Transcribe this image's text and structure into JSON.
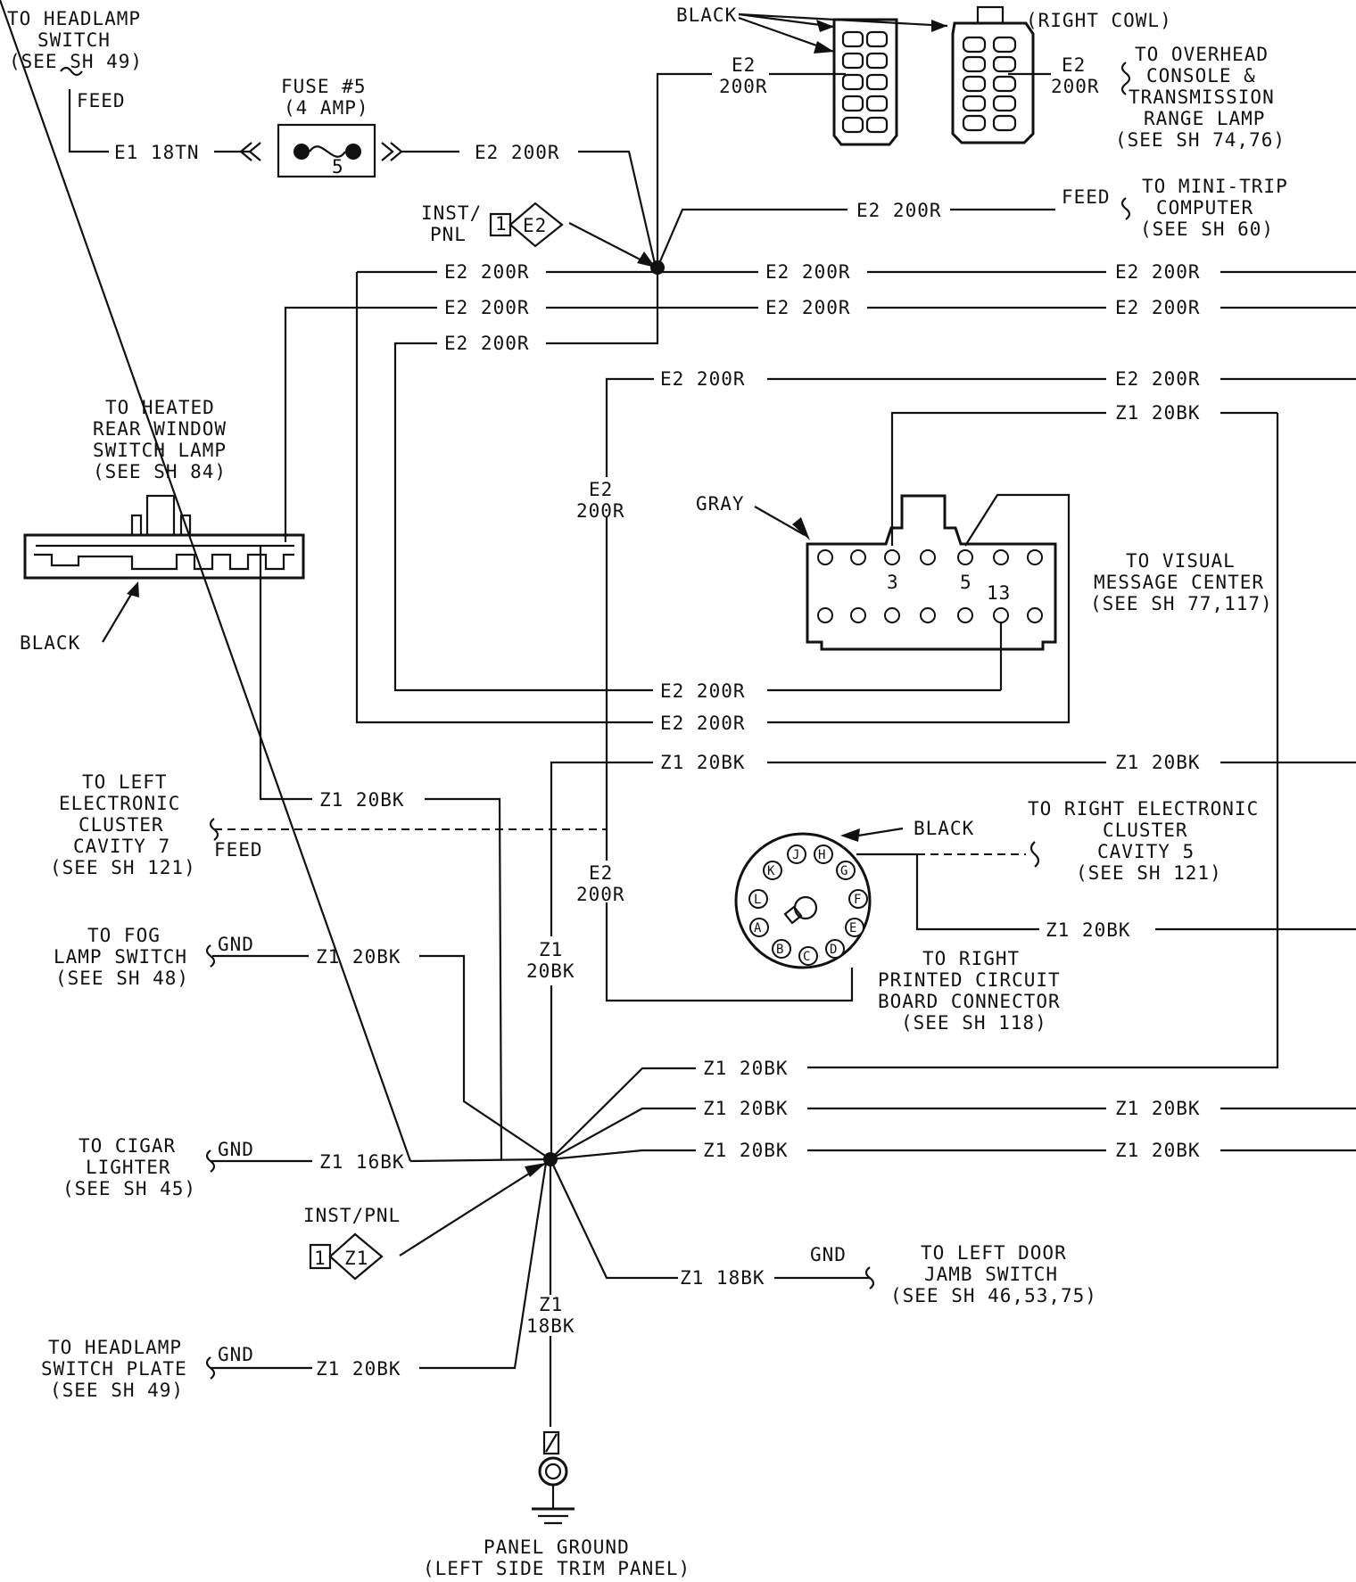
{
  "labels": {
    "headlamp_switch": [
      "TO HEADLAMP",
      "SWITCH",
      "(SEE SH 49)"
    ],
    "feed1": "FEED",
    "fuse_title": [
      "FUSE #5",
      "(4 AMP)"
    ],
    "fuse_num": "5",
    "e1_18tn": "E1 18TN",
    "black_top": "BLACK",
    "right_cowl": "(RIGHT COWL)",
    "overhead": [
      "TO OVERHEAD",
      "CONSOLE &",
      "TRANSMISSION",
      "RANGE LAMP",
      "(SEE SH 74,76)"
    ],
    "minitrip": [
      "TO MINI-TRIP",
      "COMPUTER",
      "(SEE SH 60)"
    ],
    "feed2": "FEED",
    "inst_pnl_top": [
      "INST/",
      "PNL"
    ],
    "splice_e2_num": "1",
    "splice_e2": "E2",
    "heated": [
      "TO HEATED",
      "REAR WINDOW",
      "SWITCH LAMP",
      "(SEE SH 84)"
    ],
    "black_left": "BLACK",
    "gray": "GRAY",
    "vmc": [
      "TO VISUAL",
      "MESSAGE CENTER",
      "(SEE SH 77,117)"
    ],
    "pin3": "3",
    "pin5": "5",
    "pin13": "13",
    "left_cluster": [
      "TO LEFT",
      "ELECTRONIC",
      "CLUSTER",
      "CAVITY 7",
      "(SEE SH 121)"
    ],
    "feed3": "FEED",
    "black_round": "BLACK",
    "right_cluster": [
      "TO RIGHT ELECTRONIC",
      "CLUSTER",
      "CAVITY 5",
      "(SEE SH 121)"
    ],
    "pcb": [
      "TO RIGHT",
      "PRINTED CIRCUIT",
      "BOARD CONNECTOR",
      "(SEE SH 118)"
    ],
    "round_pins": [
      "A",
      "B",
      "C",
      "D",
      "E",
      "F",
      "G",
      "H",
      "J",
      "K",
      "L"
    ],
    "fog": [
      "TO FOG",
      "LAMP SWITCH",
      "(SEE SH 48)"
    ],
    "gnd": "GND",
    "cigar": [
      "TO CIGAR",
      "LIGHTER",
      "(SEE SH 45)"
    ],
    "inst_pnl_bot": "INST/PNL",
    "splice_z1_num": "1",
    "splice_z1": "Z1",
    "door": [
      "TO LEFT DOOR",
      "JAMB SWITCH",
      "(SEE SH 46,53,75)"
    ],
    "headlamp_plate": [
      "TO HEADLAMP",
      "SWITCH PLATE",
      "(SEE SH 49)"
    ],
    "panel_ground": [
      "PANEL GROUND",
      "(LEFT SIDE TRIM PANEL)"
    ]
  },
  "wires": {
    "e2_200r": "E2 200R",
    "e2_stack": [
      "E2",
      "200R"
    ],
    "z1_20bk": "Z1 20BK",
    "z1_16bk": "Z1 16BK",
    "z1_18bk": "Z1 18BK",
    "z1_20bk_stack": [
      "Z1",
      "20BK"
    ],
    "z1_18bk_stack": [
      "Z1",
      "18BK"
    ]
  }
}
